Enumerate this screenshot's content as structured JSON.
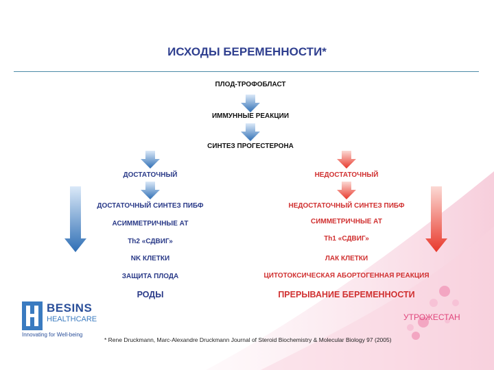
{
  "title": "ИСХОДЫ БЕРЕМЕННОСТИ*",
  "chain": {
    "step1": "ПЛОД-ТРОФОБЛАСТ",
    "step2": "ИММУННЫЕ РЕАКЦИИ",
    "step3": "СИНТЕЗ ПРОГЕСТЕРОНА"
  },
  "left": {
    "header": "ДОСТАТОЧНЫЙ",
    "items": [
      "ДОСТАТОЧНЫЙ СИНТЕЗ ПИБФ",
      "АСИММЕТРИЧНЫЕ АТ",
      "Th2 «СДВИГ»",
      "NK КЛЕТКИ",
      "ЗАЩИТА ПЛОДА"
    ],
    "outcome": "РОДЫ"
  },
  "right": {
    "header": "НЕДОСТАТОЧНЫЙ",
    "items": [
      "НЕДОСТАТОЧНЫЙ СИНТЕЗ ПИБФ",
      "СИММЕТРИЧНЫЕ АТ",
      "Th1 «СДВИГ»",
      "ЛАК КЛЕТКИ",
      "ЦИТОТОКСИЧЕСКАЯ АБОРТОГЕННАЯ РЕАКЦИЯ"
    ],
    "outcome": "ПРЕРЫВАНИЕ БЕРЕМЕННОСТИ"
  },
  "footnote": "* Rene Druckmann, Marc-Alexandre Druckmann Journal of Steroid Biochemistry & Molecular Biology 97 (2005)",
  "logos": {
    "besins_name": "BESINS",
    "besins_sub": "HEALTHCARE",
    "besins_tagline": "Innovating for Well-being",
    "brand": "УТРОЖЕСТАН"
  },
  "colors": {
    "blue_arrow": "#2f6fb5",
    "red_arrow": "#e8382b",
    "title": "#2f3f8f",
    "red_text": "#d03030"
  }
}
